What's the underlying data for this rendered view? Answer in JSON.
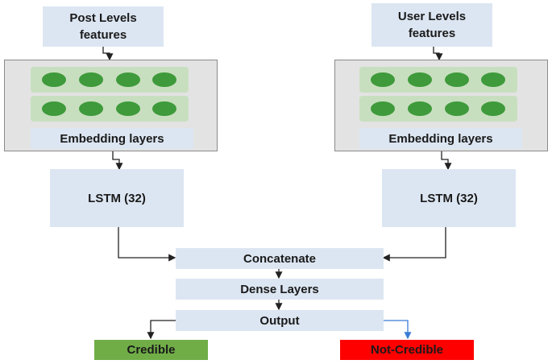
{
  "left_branch": {
    "input_label": "Post Levels features",
    "embedding_label": "Embedding layers",
    "lstm_label": "LSTM (32)"
  },
  "right_branch": {
    "input_label": "User Levels features",
    "embedding_label": "Embedding layers",
    "lstm_label": "LSTM (32)"
  },
  "merge": {
    "concatenate_label": "Concatenate",
    "dense_label": "Dense Layers",
    "output_label": "Output"
  },
  "outcomes": {
    "credible_label": "Credible",
    "credible_color": "#70ad47",
    "not_credible_label": "Not-Credible",
    "not_credible_color": "#ff0000"
  }
}
